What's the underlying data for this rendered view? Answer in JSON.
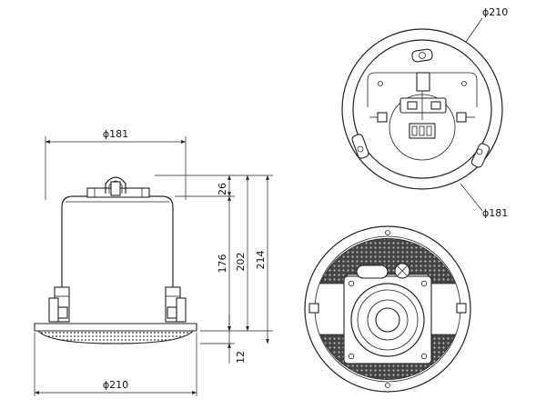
{
  "dimensions": {
    "side_width_top": "ϕ181",
    "side_width_bottom": "ϕ210",
    "height_cap": "26",
    "height_body": "176",
    "height_inner": "202",
    "height_total": "214",
    "height_flange": "12"
  },
  "top_view": {
    "outer_diameter": "ϕ210",
    "inner_diameter": "ϕ181"
  }
}
